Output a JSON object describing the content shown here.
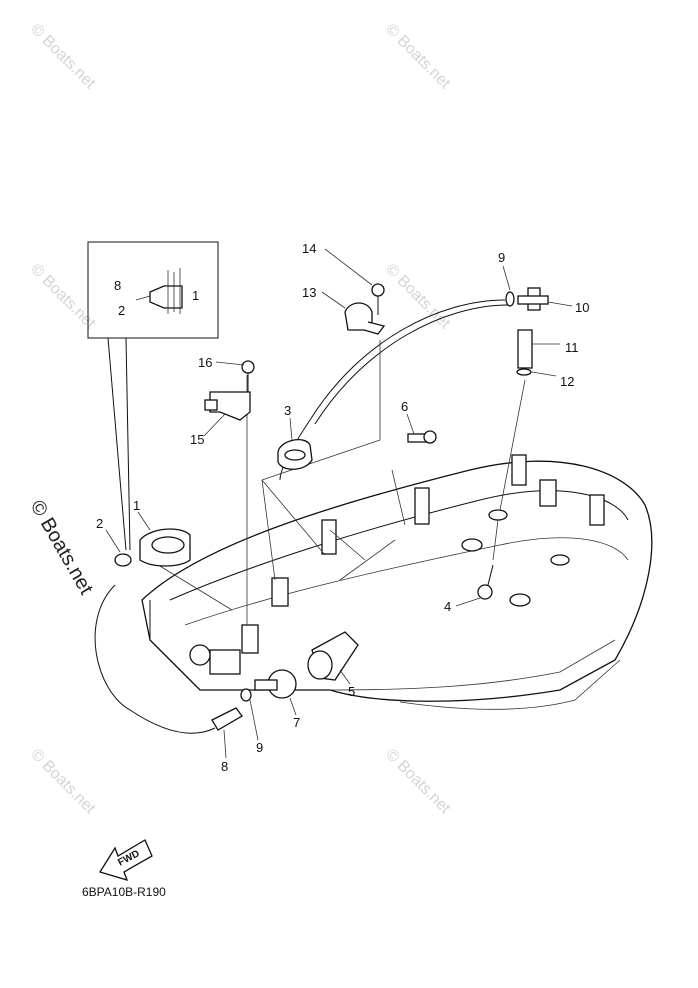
{
  "watermarks": {
    "text": "© Boats.net",
    "prominent": "© Boats.net"
  },
  "callouts": [
    {
      "id": "c-8-inset",
      "label": "8"
    },
    {
      "id": "c-2-inset",
      "label": "2"
    },
    {
      "id": "c-1-inset",
      "label": "1"
    },
    {
      "id": "c-14",
      "label": "14"
    },
    {
      "id": "c-13",
      "label": "13"
    },
    {
      "id": "c-9-top",
      "label": "9"
    },
    {
      "id": "c-10",
      "label": "10"
    },
    {
      "id": "c-11",
      "label": "11"
    },
    {
      "id": "c-12",
      "label": "12"
    },
    {
      "id": "c-16",
      "label": "16"
    },
    {
      "id": "c-15",
      "label": "15"
    },
    {
      "id": "c-3",
      "label": "3"
    },
    {
      "id": "c-6",
      "label": "6"
    },
    {
      "id": "c-1",
      "label": "1"
    },
    {
      "id": "c-2",
      "label": "2"
    },
    {
      "id": "c-4",
      "label": "4"
    },
    {
      "id": "c-5",
      "label": "5"
    },
    {
      "id": "c-7",
      "label": "7"
    },
    {
      "id": "c-9-bottom",
      "label": "9"
    },
    {
      "id": "c-8",
      "label": "8"
    }
  ],
  "fwd_label": "FWD",
  "diagram_code": "6BPA10B-R190"
}
